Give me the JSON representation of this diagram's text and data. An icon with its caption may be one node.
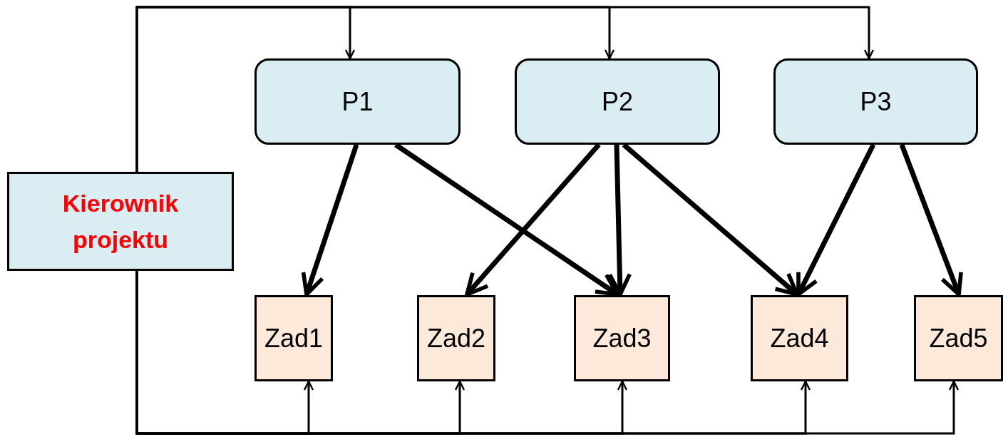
{
  "diagram": {
    "nodes": [
      {
        "text": [
          "Kierownik projektu"
        ]
      },
      {
        "text": [
          "P1"
        ]
      },
      {
        "text": [
          "P2"
        ]
      },
      {
        "text": [
          "P3"
        ]
      },
      {
        "text": [
          "Zad1"
        ]
      },
      {
        "text": [
          "Zad2"
        ]
      },
      {
        "text": [
          "Zad3"
        ]
      },
      {
        "text": [
          "Zad4"
        ]
      },
      {
        "text": [
          "Zad5"
        ]
      }
    ],
    "edges": [
      {
        "from": 0,
        "to": 1,
        "arrow": "to"
      },
      {
        "from": 0,
        "to": 2,
        "arrow": "to"
      },
      {
        "from": 0,
        "to": 3,
        "arrow": "to"
      },
      {
        "from": 0,
        "to": 4,
        "arrow": "to"
      },
      {
        "from": 0,
        "to": 5,
        "arrow": "to"
      },
      {
        "from": 0,
        "to": 6,
        "arrow": "to"
      },
      {
        "from": 0,
        "to": 7,
        "arrow": "to"
      },
      {
        "from": 0,
        "to": 8,
        "arrow": "to"
      },
      {
        "from": 1,
        "to": 4,
        "arrow": "to",
        "style": "thick"
      },
      {
        "from": 1,
        "to": 6,
        "arrow": "to",
        "style": "thick"
      },
      {
        "from": 2,
        "to": 5,
        "arrow": "to",
        "style": "thick"
      },
      {
        "from": 2,
        "to": 6,
        "arrow": "to",
        "style": "thick"
      },
      {
        "from": 2,
        "to": 7,
        "arrow": "to",
        "style": "thick"
      },
      {
        "from": 3,
        "to": 7,
        "arrow": "to",
        "style": "thick"
      },
      {
        "from": 3,
        "to": 8,
        "arrow": "to",
        "style": "thick"
      }
    ]
  }
}
